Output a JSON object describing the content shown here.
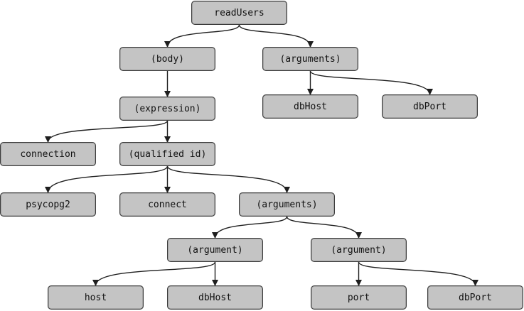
{
  "diagram": {
    "nodes": [
      {
        "id": "readUsers",
        "label": "readUsers"
      },
      {
        "id": "body",
        "label": "(body)"
      },
      {
        "id": "arguments1",
        "label": "(arguments)"
      },
      {
        "id": "expression",
        "label": "(expression)"
      },
      {
        "id": "dbHost1",
        "label": "dbHost"
      },
      {
        "id": "dbPort1",
        "label": "dbPort"
      },
      {
        "id": "connection",
        "label": "connection"
      },
      {
        "id": "qualifiedId",
        "label": "(qualified id)"
      },
      {
        "id": "psycopg2",
        "label": "psycopg2"
      },
      {
        "id": "connect",
        "label": "connect"
      },
      {
        "id": "arguments2",
        "label": "(arguments)"
      },
      {
        "id": "argument1",
        "label": "(argument)"
      },
      {
        "id": "argument2",
        "label": "(argument)"
      },
      {
        "id": "host",
        "label": "host"
      },
      {
        "id": "dbHost2",
        "label": "dbHost"
      },
      {
        "id": "port",
        "label": "port"
      },
      {
        "id": "dbPort2",
        "label": "dbPort"
      }
    ],
    "edges": [
      {
        "from": "readUsers",
        "to": "body"
      },
      {
        "from": "readUsers",
        "to": "arguments1"
      },
      {
        "from": "body",
        "to": "expression"
      },
      {
        "from": "arguments1",
        "to": "dbHost1"
      },
      {
        "from": "arguments1",
        "to": "dbPort1"
      },
      {
        "from": "expression",
        "to": "connection"
      },
      {
        "from": "expression",
        "to": "qualifiedId"
      },
      {
        "from": "qualifiedId",
        "to": "psycopg2"
      },
      {
        "from": "qualifiedId",
        "to": "connect"
      },
      {
        "from": "qualifiedId",
        "to": "arguments2"
      },
      {
        "from": "arguments2",
        "to": "argument1"
      },
      {
        "from": "arguments2",
        "to": "argument2"
      },
      {
        "from": "argument1",
        "to": "host"
      },
      {
        "from": "argument1",
        "to": "dbHost2"
      },
      {
        "from": "argument2",
        "to": "port"
      },
      {
        "from": "argument2",
        "to": "dbPort2"
      }
    ]
  }
}
